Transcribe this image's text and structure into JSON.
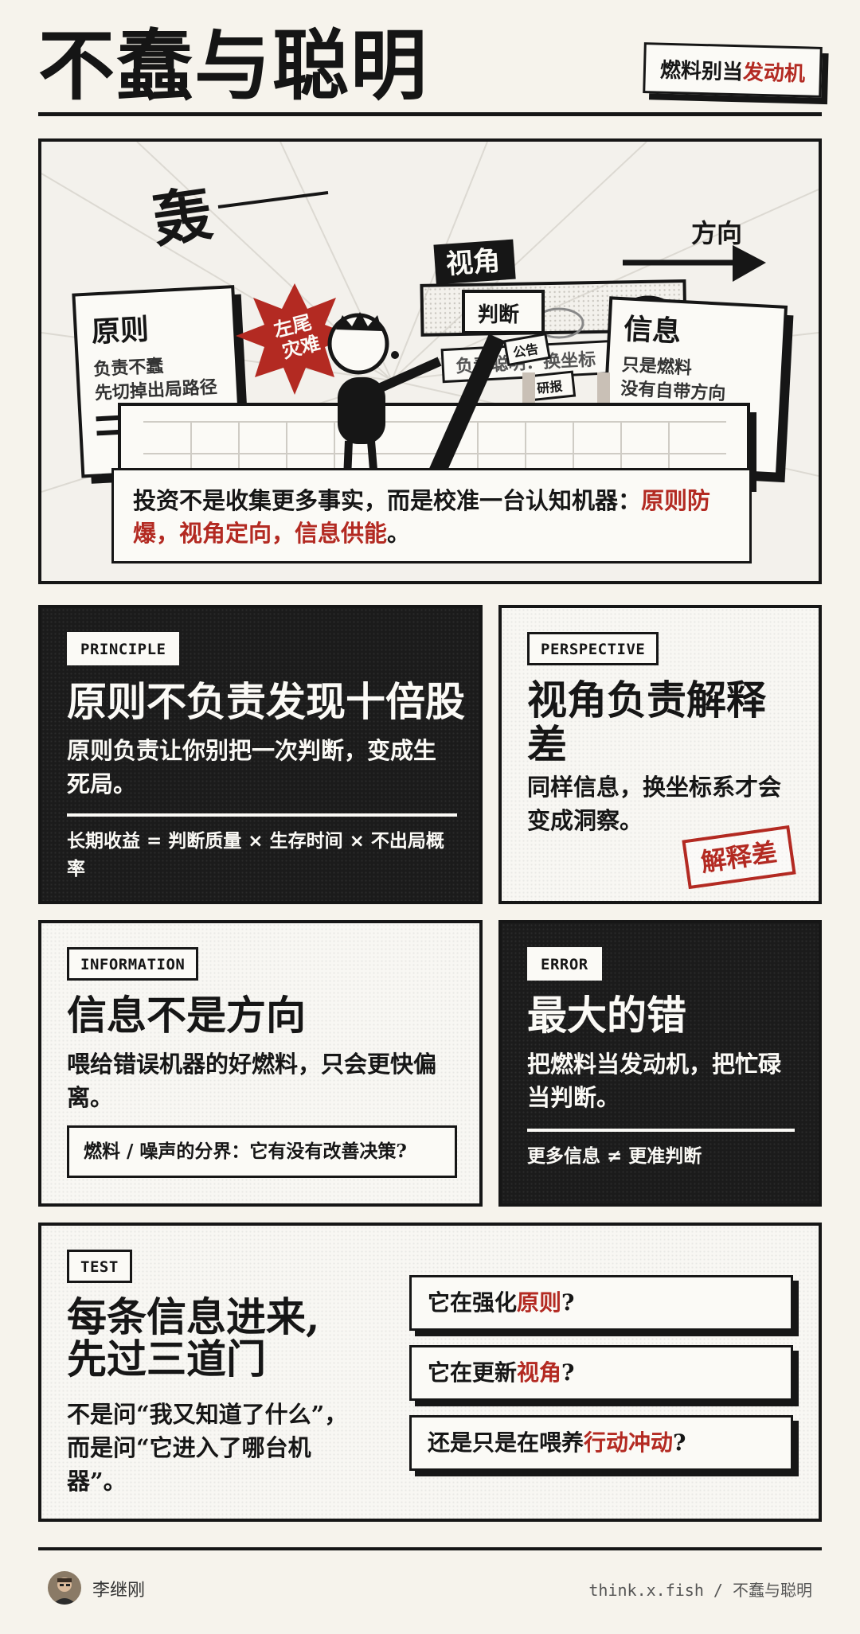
{
  "header": {
    "title": "不蠢与聪明",
    "tag_prefix": "燃料别当",
    "tag_highlight": "发动机"
  },
  "hero": {
    "sfx": "轰",
    "direction_label": "方向",
    "perspective_tag": "视角",
    "judgment_tag": "判断",
    "starburst_line1": "左尾",
    "starburst_line2": "灾难",
    "principle_card_title": "原则",
    "principle_card_line1": "负责不蠢",
    "principle_card_line2": "先切掉出局路径",
    "info_card_title": "信息",
    "info_card_line1": "只是燃料",
    "info_card_line2": "没有自带方向",
    "panel_text": "负责聪明：换坐标",
    "chip_announcement": "公告",
    "chip_research": "研报",
    "caption_prefix": "投资不是收集更多事实，而是校准一台认知机器：",
    "caption_highlight": "原则防爆，视角定向，信息供能",
    "caption_suffix": "。"
  },
  "cards": {
    "principle": {
      "label": "PRINCIPLE",
      "title": "原则不负责发现十倍股",
      "body": "原则负责让你别把一次判断，变成生死局。",
      "formula": "长期收益 = 判断质量 × 生存时间 × 不出局概率"
    },
    "perspective": {
      "label": "PERSPECTIVE",
      "title": "视角负责解释差",
      "body": "同样信息，换坐标系才会变成洞察。",
      "stamp": "解释差"
    },
    "information": {
      "label": "INFORMATION",
      "title": "信息不是方向",
      "body": "喂给错误机器的好燃料，只会更快偏离。",
      "note": "燃料 / 噪声的分界：它有没有改善决策?"
    },
    "error": {
      "label": "ERROR",
      "title": "最大的错",
      "body": "把燃料当发动机，把忙碌当判断。",
      "formula": "更多信息 ≠ 更准判断"
    }
  },
  "test": {
    "label": "TEST",
    "title_line1": "每条信息进来,",
    "title_line2": "先过三道门",
    "body": "不是问“我又知道了什么”，而是问“它进入了哪台机器”。",
    "questions": [
      {
        "prefix": "它在强化",
        "highlight": "原则",
        "suffix": "?"
      },
      {
        "prefix": "它在更新",
        "highlight": "视角",
        "suffix": "?"
      },
      {
        "prefix": "还是只是在喂养",
        "highlight": "行动冲动",
        "suffix": "?"
      }
    ]
  },
  "footer": {
    "author": "李继刚",
    "site": "think.x.fish / 不蠢与聪明"
  },
  "colors": {
    "accent_red": "#b32a22",
    "ink": "#161616",
    "paper": "#f6f3ec"
  }
}
